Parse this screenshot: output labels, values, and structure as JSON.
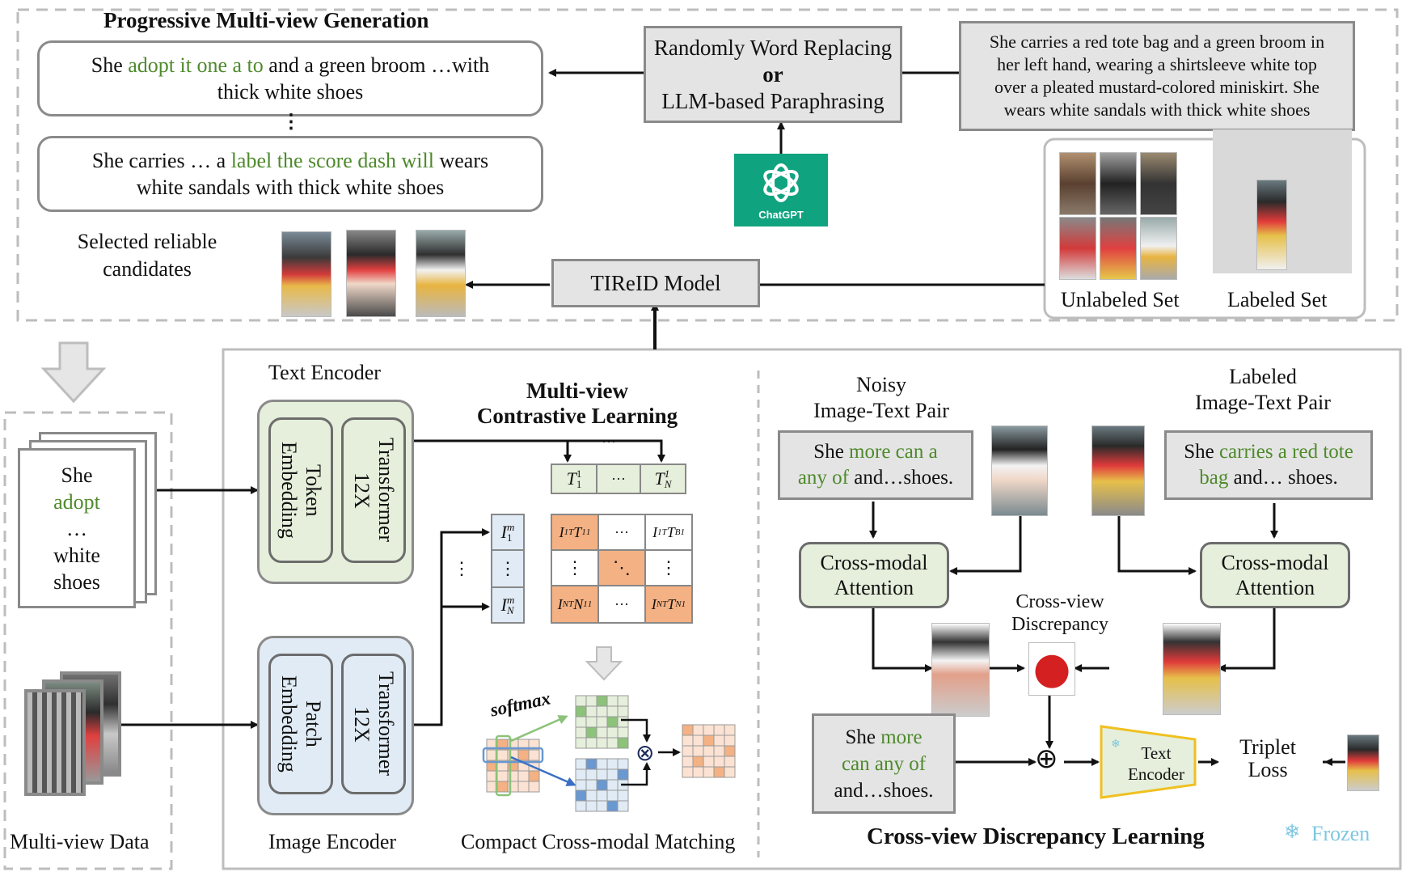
{
  "colors": {
    "green_text": "#4e8a2c",
    "text_encoder_fill": "#e5efdb",
    "image_encoder_fill": "#e0ebf5",
    "matrix_orange": "#f4b183",
    "grey_box": "#e4e4e4",
    "chatgpt_green": "#10a37f",
    "frozen_blue": "#7fc7e0"
  },
  "top_panel": {
    "title": "Progressive Multi-view Generation",
    "gen1": {
      "pre": "She ",
      "green": "adopt it one a to",
      "post": " and a green broom …with",
      "line2": "thick white shoes"
    },
    "vdots": "⋮",
    "gen2": {
      "pre": "She carries … a ",
      "green": "label the score dash will",
      "post": " wears",
      "line2": "white sandals with thick white shoes"
    },
    "method": {
      "line1": "Randomly Word Replacing",
      "line2": "or",
      "line3": "LLM-based Paraphrasing"
    },
    "caption": {
      "line1": "She carries a red tote bag and a green broom in",
      "line2": "her left hand, wearing a shirtsleeve white top",
      "line3": "over a pleated mustard-colored miniskirt. She",
      "line4": "wears white sandals with thick white shoes"
    },
    "chatgpt_label": "ChatGPT",
    "selected_label": {
      "line1": "Selected reliable",
      "line2": "candidates"
    },
    "tireid_label": "TIReID Model",
    "unlabeled_label": "Unlabeled Set",
    "labeled_label": "Labeled Set",
    "icons": [
      "chatgpt-logo-icon",
      "down-arrow-icon"
    ]
  },
  "left_panel": {
    "card_words": [
      "She",
      "adopt",
      "…",
      "white",
      "shoes"
    ],
    "label": "Multi-view Data"
  },
  "mvcl": {
    "text_encoder_label": "Text Encoder",
    "image_encoder_label": "Image Encoder",
    "token_embedding": "Token Embedding",
    "patch_embedding": "Patch Embedding",
    "transformer": "Transformer 12X",
    "title_line1": "Multi-view",
    "title_line2": "Contrastive Learning",
    "t_first": "T",
    "t_first_sub": "1",
    "t_first_sup": "1",
    "t_dots": "···",
    "t_last": "T",
    "t_last_sub": "N",
    "t_last_sup": "1",
    "i_first": "I",
    "i_first_sub": "1",
    "i_first_sup": "m",
    "i_last": "I",
    "i_last_sub": "N",
    "i_last_sup": "m",
    "vdots": "⋮",
    "hdots": "···",
    "ddots": "⋱",
    "softmax": "softmax",
    "ccm_label": "Compact Cross-modal Matching",
    "otimes": "⊗"
  },
  "cdl": {
    "noisy_label": {
      "line1": "Noisy",
      "line2": "Image-Text Pair"
    },
    "labeled_label": {
      "line1": "Labeled",
      "line2": "Image-Text Pair"
    },
    "noisy_text": {
      "pre": "She ",
      "green1": "more can a",
      "green2": "any of",
      "post": " and…shoes."
    },
    "labeled_text": {
      "pre": "She ",
      "green1": "carries a red tote",
      "green2": "bag",
      "post": " and… shoes."
    },
    "cma_line1": "Cross-modal",
    "cma_line2": "Attention",
    "discrepancy": {
      "line1": "Cross-view",
      "line2": "Discrepancy"
    },
    "bottom_text": {
      "line1": "She ",
      "green1": "more",
      "green2": "can any of",
      "line3": "and…shoes."
    },
    "text_encoder": {
      "line1": "Text",
      "line2": "Encoder"
    },
    "triplet": {
      "line1": "Triplet",
      "line2": "Loss"
    },
    "title": "Cross-view Discrepancy Learning",
    "frozen": "Frozen",
    "oplus": "⊕",
    "icons": [
      "snowflake-icon"
    ]
  }
}
